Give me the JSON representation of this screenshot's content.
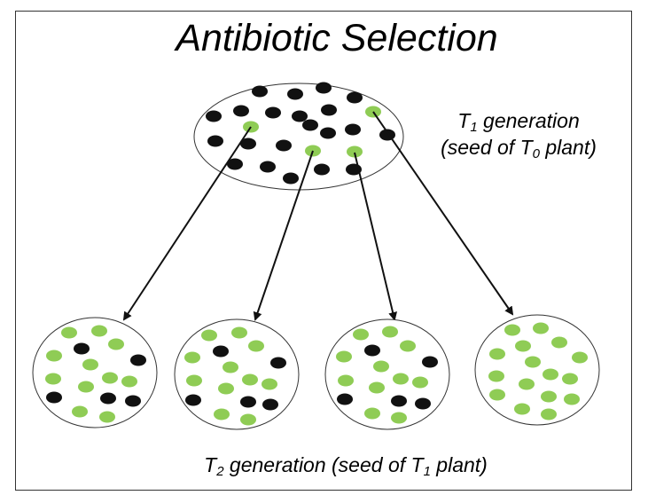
{
  "title": "Antibiotic Selection",
  "t1_label": {
    "line1_prefix": "T",
    "line1_sub": "1",
    "line1_suffix": " generation",
    "line2_prefix": "(seed of T",
    "line2_sub": "0",
    "line2_suffix": " plant)"
  },
  "t2_label": {
    "prefix": "T",
    "sub1": "2",
    "middle": " generation (seed of T",
    "sub2": "1",
    "suffix": " plant)"
  },
  "colors": {
    "resistant_seed": "#8fcc55",
    "sensitive_seed": "#111111",
    "outline": "#333333",
    "arrow": "#111111"
  }
}
